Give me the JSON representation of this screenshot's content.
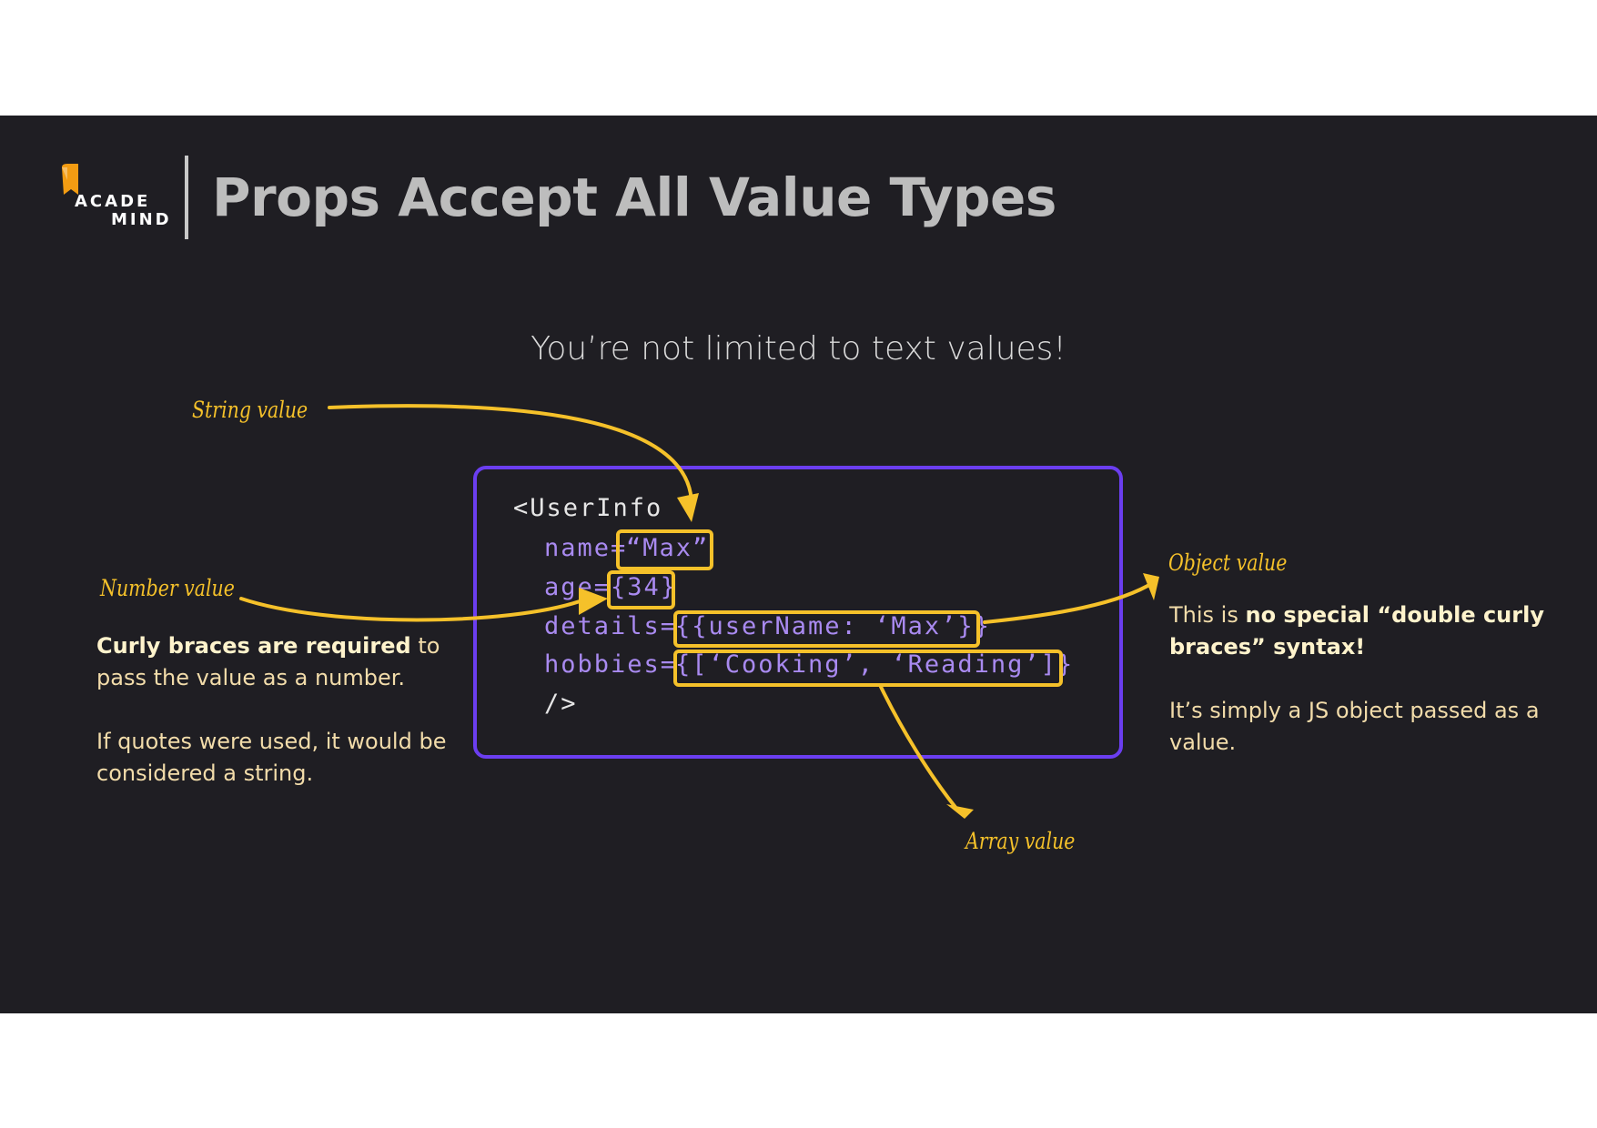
{
  "header": {
    "logo_line1": "ACADE",
    "logo_line2": "MIND",
    "title": "Props Accept All Value Types"
  },
  "subtitle": "You’re not limited to text values!",
  "code": {
    "open_tag": "<UserInfo",
    "name_attr": "name=",
    "name_value": "“Max”",
    "age_attr": "age=",
    "age_value": "{34}",
    "details_attr": "details=",
    "details_value": "{{userName: ‘Max’}}",
    "hobbies_attr": "hobbies=",
    "hobbies_value": "{[‘Cooking’, ‘Reading’]}",
    "close_tag": "/>"
  },
  "annotations": {
    "string_label": "String value",
    "number_label": "Number value",
    "object_label": "Object value",
    "array_label": "Array value"
  },
  "left_text": {
    "p1_bold": "Curly braces are required",
    "p1_rest": " to pass the value as a number.",
    "p2": "If quotes were used, it would be considered a string."
  },
  "right_text": {
    "p1_start": "This is ",
    "p1_bold": "no special “double curly braces” syntax!",
    "p2": "It’s simply a JS object passed as a value."
  },
  "colors": {
    "background": "#1f1e23",
    "accent_yellow": "#f5c12a",
    "accent_purple": "#6b3ef0",
    "code_purple": "#a98af0"
  }
}
